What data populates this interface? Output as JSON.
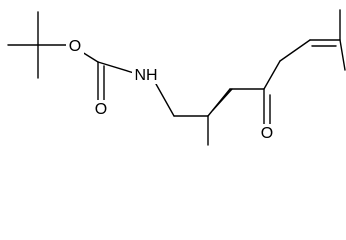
{
  "atoms": {
    "carbonyl_oxygen": "O",
    "ester_oxygen": "O",
    "amide_nitrogen": "NH",
    "ketone_oxygen": "O"
  }
}
